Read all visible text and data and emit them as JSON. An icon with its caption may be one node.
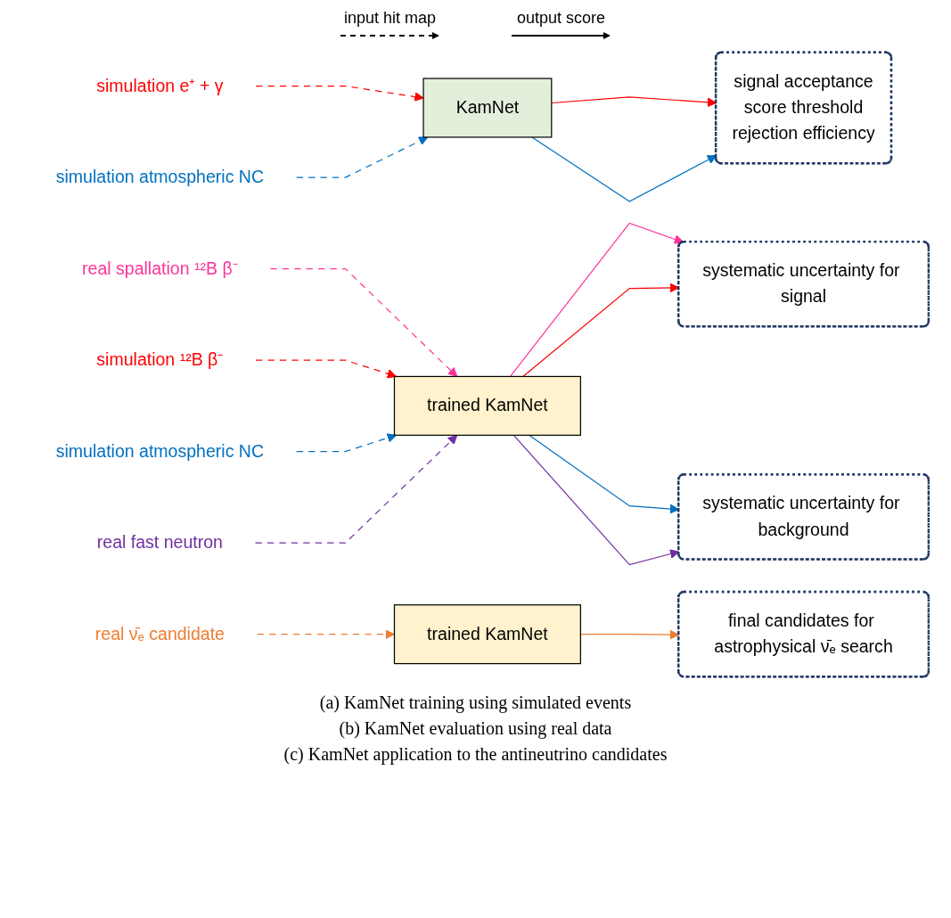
{
  "diagram": {
    "nodes": [
      {
        "text": [
          "simulation e⁺ + γ"
        ]
      },
      {
        "text": [
          "simulation atmospheric NC"
        ]
      },
      {
        "text": [
          "KamNet"
        ]
      },
      {
        "text": [
          "signal acceptance",
          "score threshold",
          "rejection efficiency"
        ]
      },
      {
        "text": [
          "real spallation ¹²B β⁻"
        ]
      },
      {
        "text": [
          "simulation ¹²B β⁻"
        ]
      },
      {
        "text": [
          "simulation atmospheric NC"
        ]
      },
      {
        "text": [
          "real fast neutron"
        ]
      },
      {
        "text": [
          "trained KamNet"
        ]
      },
      {
        "text": [
          "systematic uncertainty for signal"
        ]
      },
      {
        "text": [
          "systematic uncertainty for background"
        ]
      },
      {
        "text": [
          "real ν̄ₑ candidate"
        ]
      },
      {
        "text": [
          "trained KamNet"
        ]
      },
      {
        "text": [
          "final candidates for astrophysical ν̄ₑ search"
        ]
      }
    ],
    "edges": [
      {
        "from": 0,
        "to": 2,
        "arrow": "to",
        "style": "dashed",
        "color": "#ff0000"
      },
      {
        "from": 1,
        "to": 2,
        "arrow": "to",
        "style": "dashed",
        "color": "#0070c0"
      },
      {
        "from": 2,
        "to": 3,
        "arrow": "to",
        "color": "#ff0000"
      },
      {
        "from": 2,
        "to": 3,
        "arrow": "to",
        "color": "#0070c0"
      },
      {
        "from": 4,
        "to": 8,
        "arrow": "to",
        "style": "dashed",
        "color": "#ff3399"
      },
      {
        "from": 5,
        "to": 8,
        "arrow": "to",
        "style": "dashed",
        "color": "#ff0000"
      },
      {
        "from": 6,
        "to": 8,
        "arrow": "to",
        "style": "dashed",
        "color": "#0070c0"
      },
      {
        "from": 7,
        "to": 8,
        "arrow": "to",
        "style": "dashed",
        "color": "#7030a0"
      },
      {
        "from": 8,
        "to": 9,
        "arrow": "to",
        "color": "#ff3399"
      },
      {
        "from": 8,
        "to": 9,
        "arrow": "to",
        "color": "#ff0000"
      },
      {
        "from": 8,
        "to": 10,
        "arrow": "to",
        "color": "#0070c0"
      },
      {
        "from": 8,
        "to": 10,
        "arrow": "to",
        "color": "#7030a0"
      },
      {
        "from": 11,
        "to": 12,
        "arrow": "to",
        "style": "dashed",
        "color": "#ed7d31"
      },
      {
        "from": 12,
        "to": 13,
        "arrow": "to",
        "color": "#ed7d31"
      }
    ],
    "labels": [
      "(a) KamNet training using simulated events",
      "(b) KamNet evaluation using real data",
      "(c) KamNet application to the antineutrino candidates"
    ],
    "legend": [
      {
        "text": "input hit map"
      },
      {
        "text": "output score"
      }
    ]
  }
}
